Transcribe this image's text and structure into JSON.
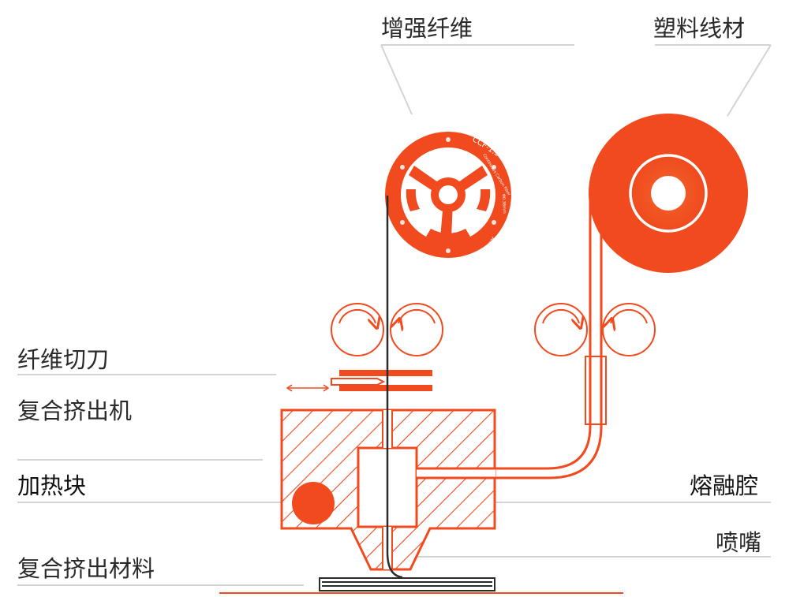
{
  "labels": {
    "reinforced_fiber": "增强纤维",
    "plastic_filament": "塑料线材",
    "fiber_cutter": "纤维切刀",
    "composite_extruder": "复合挤出机",
    "heater_block": "加热块",
    "melt_chamber": "熔融腔",
    "nozzle": "喷嘴",
    "composite_material": "复合挤出材料"
  },
  "spool": {
    "line1": "CCF-1.5K",
    "line2": "Continuous Carbon Fiber",
    "line3": "Φ0.38mm",
    "brand": "Anisoprint"
  },
  "colors": {
    "accent": "#f04a1e",
    "fiber": "#2b2b2b",
    "guide": "#d4d4d4",
    "text": "#2a2a2a"
  }
}
